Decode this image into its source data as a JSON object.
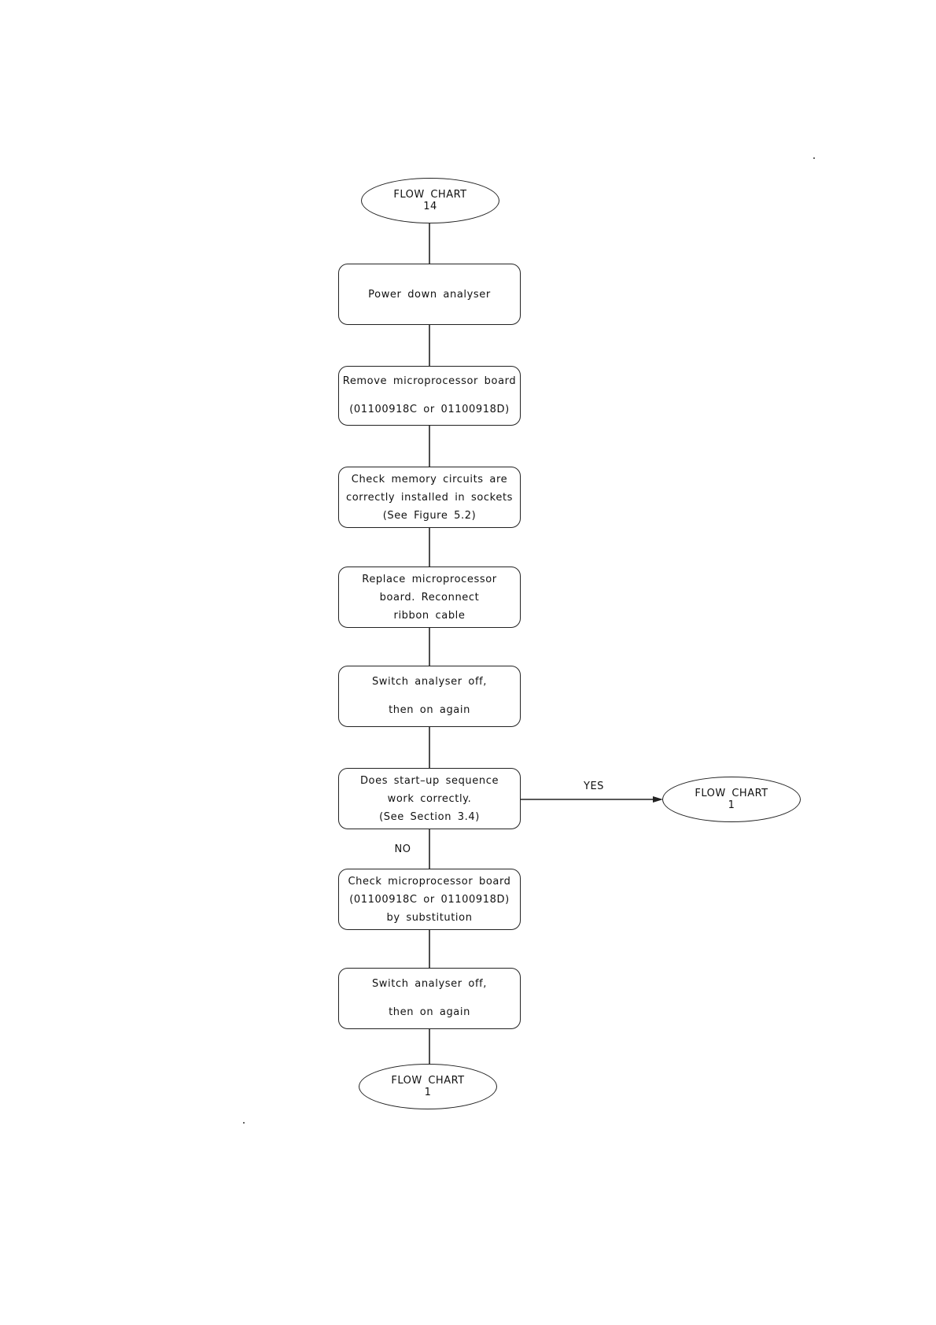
{
  "flowchart": {
    "start": {
      "line1": "FLOW  CHART",
      "line2": "14"
    },
    "steps": [
      {
        "lines": [
          "Power  down  analyser"
        ]
      },
      {
        "lines": [
          "Remove  microprocessor  board",
          "(01100918C  or  01100918D)"
        ]
      },
      {
        "lines": [
          "Check  memory  circuits  are",
          "correctly  installed  in  sockets",
          "(See  Figure  5.2)"
        ]
      },
      {
        "lines": [
          "Replace  microprocessor",
          "board.  Reconnect",
          "ribbon  cable"
        ]
      },
      {
        "lines": [
          "Switch  analyser  off,",
          "then  on  again"
        ]
      },
      {
        "lines": [
          "Does  start–up  sequence",
          "work  correctly.",
          "(See  Section  3.4)"
        ]
      },
      {
        "lines": [
          "Check  microprocessor  board",
          "(01100918C  or  01100918D)",
          "by  substitution"
        ]
      },
      {
        "lines": [
          "Switch  analyser  off,",
          "then  on  again"
        ]
      }
    ],
    "yes_terminal": {
      "line1": "FLOW  CHART",
      "line2": "1"
    },
    "end_terminal": {
      "line1": "FLOW  CHART",
      "line2": "1"
    },
    "decision_labels": {
      "yes": "YES",
      "no": "NO"
    }
  }
}
